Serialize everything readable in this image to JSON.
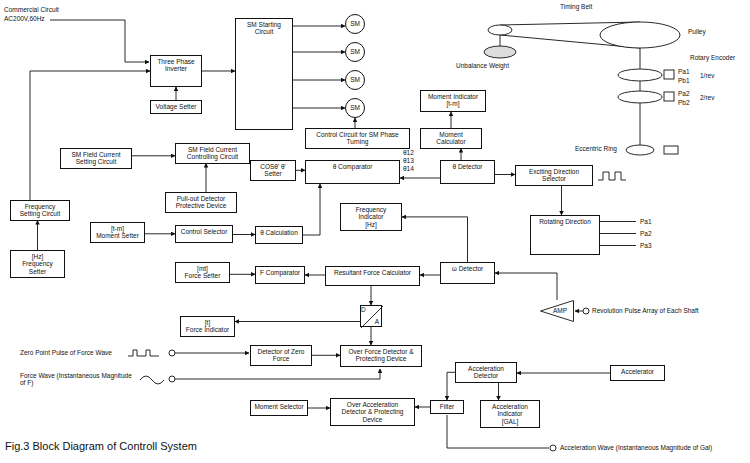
{
  "diagram": {
    "caption": "Fig.3 Block Diagram of Controll System",
    "nodes": [
      {
        "text": [
          "Three Phase Inverter"
        ]
      },
      {
        "text": [
          "SM Starting Circuit"
        ]
      },
      {
        "text": [
          "SM"
        ]
      },
      {
        "text": [
          "SM"
        ]
      },
      {
        "text": [
          "SM"
        ]
      },
      {
        "text": [
          "SM"
        ]
      },
      {
        "text": [
          "Voltage Setter"
        ]
      },
      {
        "text": [
          "SM Field Current Setting Circuit"
        ]
      },
      {
        "text": [
          "SM Field Current Controlling Circuit"
        ]
      },
      {
        "text": [
          "Control Circuit for SM Phase Turning"
        ]
      },
      {
        "text": [
          "Moment Indicator",
          "[t-m]"
        ]
      },
      {
        "text": [
          "Moment Calculator"
        ]
      },
      {
        "text": [
          "COSθ' θ' Setter"
        ]
      },
      {
        "text": [
          "θ Comparator"
        ]
      },
      {
        "text": [
          "θ Detector"
        ]
      },
      {
        "text": [
          "Exciting Direction Selector"
        ]
      },
      {
        "text": [
          "Rotating Direction"
        ]
      },
      {
        "text": [
          "Pull-out Detector Protective Device"
        ]
      },
      {
        "text": [
          "Frequency Setting Circuit"
        ]
      },
      {
        "text": [
          "[Hz]",
          "Frequency Setter"
        ]
      },
      {
        "text": [
          "[t-m]",
          "Moment Setter"
        ]
      },
      {
        "text": [
          "Control Selector"
        ]
      },
      {
        "text": [
          "θ Calculation"
        ]
      },
      {
        "text": [
          "Frequency Indicator",
          "[Hz]"
        ]
      },
      {
        "text": [
          "[mt]",
          "Force Setter"
        ]
      },
      {
        "text": [
          "F Comparator"
        ]
      },
      {
        "text": [
          "Resultant Force Calculator"
        ]
      },
      {
        "text": [
          "ω Detector"
        ]
      },
      {
        "text": [
          "D",
          "A"
        ]
      },
      {
        "text": [
          "[t]",
          "Force Indicator"
        ]
      },
      {
        "text": [
          "AMP"
        ]
      },
      {
        "text": [
          "Detector of Zero Force"
        ]
      },
      {
        "text": [
          "Over Force Detector & Protecting Device"
        ]
      },
      {
        "text": [
          "Moment Selector"
        ]
      },
      {
        "text": [
          "Over Acceleration Detector & Protecting Device"
        ]
      },
      {
        "text": [
          "Acceleration Detector"
        ]
      },
      {
        "text": [
          "Filter"
        ]
      },
      {
        "text": [
          "Acceleration Indicator",
          "[GAL]"
        ]
      },
      {
        "text": [
          "Accelerator"
        ]
      }
    ],
    "edges": [
      {
        "from": 0,
        "to": 1,
        "arrow": "to"
      },
      {
        "from": 1,
        "to": 2,
        "arrow": "to"
      },
      {
        "from": 1,
        "to": 3,
        "arrow": "to"
      },
      {
        "from": 1,
        "to": 4,
        "arrow": "to"
      },
      {
        "from": 1,
        "to": 5,
        "arrow": "to"
      },
      {
        "from": 6,
        "to": 0,
        "arrow": "to"
      },
      {
        "from": 7,
        "to": 8,
        "arrow": "to"
      },
      {
        "from": 9,
        "to": 5,
        "arrow": "to"
      },
      {
        "from": 11,
        "to": 10,
        "arrow": "to"
      },
      {
        "from": 14,
        "to": 11,
        "arrow": "to"
      },
      {
        "from": 12,
        "to": 13,
        "arrow": "to"
      },
      {
        "from": 14,
        "to": 13,
        "arrow": "to"
      },
      {
        "from": 14,
        "to": 15,
        "arrow": "to"
      },
      {
        "from": 15,
        "to": 16,
        "arrow": "to"
      },
      {
        "from": 17,
        "to": 8,
        "arrow": "to"
      },
      {
        "from": 18,
        "to": 0,
        "arrow": "to"
      },
      {
        "from": 19,
        "to": 18,
        "arrow": "to"
      },
      {
        "from": 20,
        "to": 21,
        "arrow": "to"
      },
      {
        "from": 21,
        "to": 22,
        "arrow": "to"
      },
      {
        "from": 22,
        "to": 13,
        "arrow": "to"
      },
      {
        "from": 24,
        "to": 25,
        "arrow": "to"
      },
      {
        "from": 26,
        "to": 25,
        "arrow": "to"
      },
      {
        "from": 27,
        "to": 26,
        "arrow": "to"
      },
      {
        "from": 27,
        "to": 23,
        "arrow": "to"
      },
      {
        "from": 30,
        "to": 27,
        "arrow": "to"
      },
      {
        "from": 26,
        "to": 28,
        "arrow": "to"
      },
      {
        "from": 28,
        "to": 29,
        "arrow": "to"
      },
      {
        "from": 28,
        "to": 32,
        "arrow": "to"
      },
      {
        "from": 31,
        "to": 32,
        "arrow": "to"
      },
      {
        "from": 33,
        "to": 34,
        "arrow": "to"
      },
      {
        "from": 38,
        "to": 35,
        "arrow": "to"
      },
      {
        "from": 35,
        "to": 37,
        "arrow": "to"
      },
      {
        "from": 35,
        "to": 36,
        "arrow": "to"
      },
      {
        "from": 36,
        "to": 34,
        "arrow": "to"
      }
    ],
    "labels": [
      "Commercial Circuit",
      "AC200V,60Hz",
      "Timing Belt",
      "Pulley",
      "Unbalance Weight",
      "Rotary Encoder",
      "Pa1",
      "Pb1",
      "1/rev",
      "Pa2",
      "Pb2",
      "2/rev",
      "Eccentric Ring",
      "θ12",
      "θ13",
      "θ14",
      "Pa1",
      "Pa2",
      "Pa3",
      "Revolution Pulse Array of Each Shaft",
      "Zero Point Pulse of Force Wave",
      "Force Wave (Instantaneous Magnitude of F)",
      "Acceleration Wave (Instantaneous Magnitude of Gal)"
    ]
  }
}
